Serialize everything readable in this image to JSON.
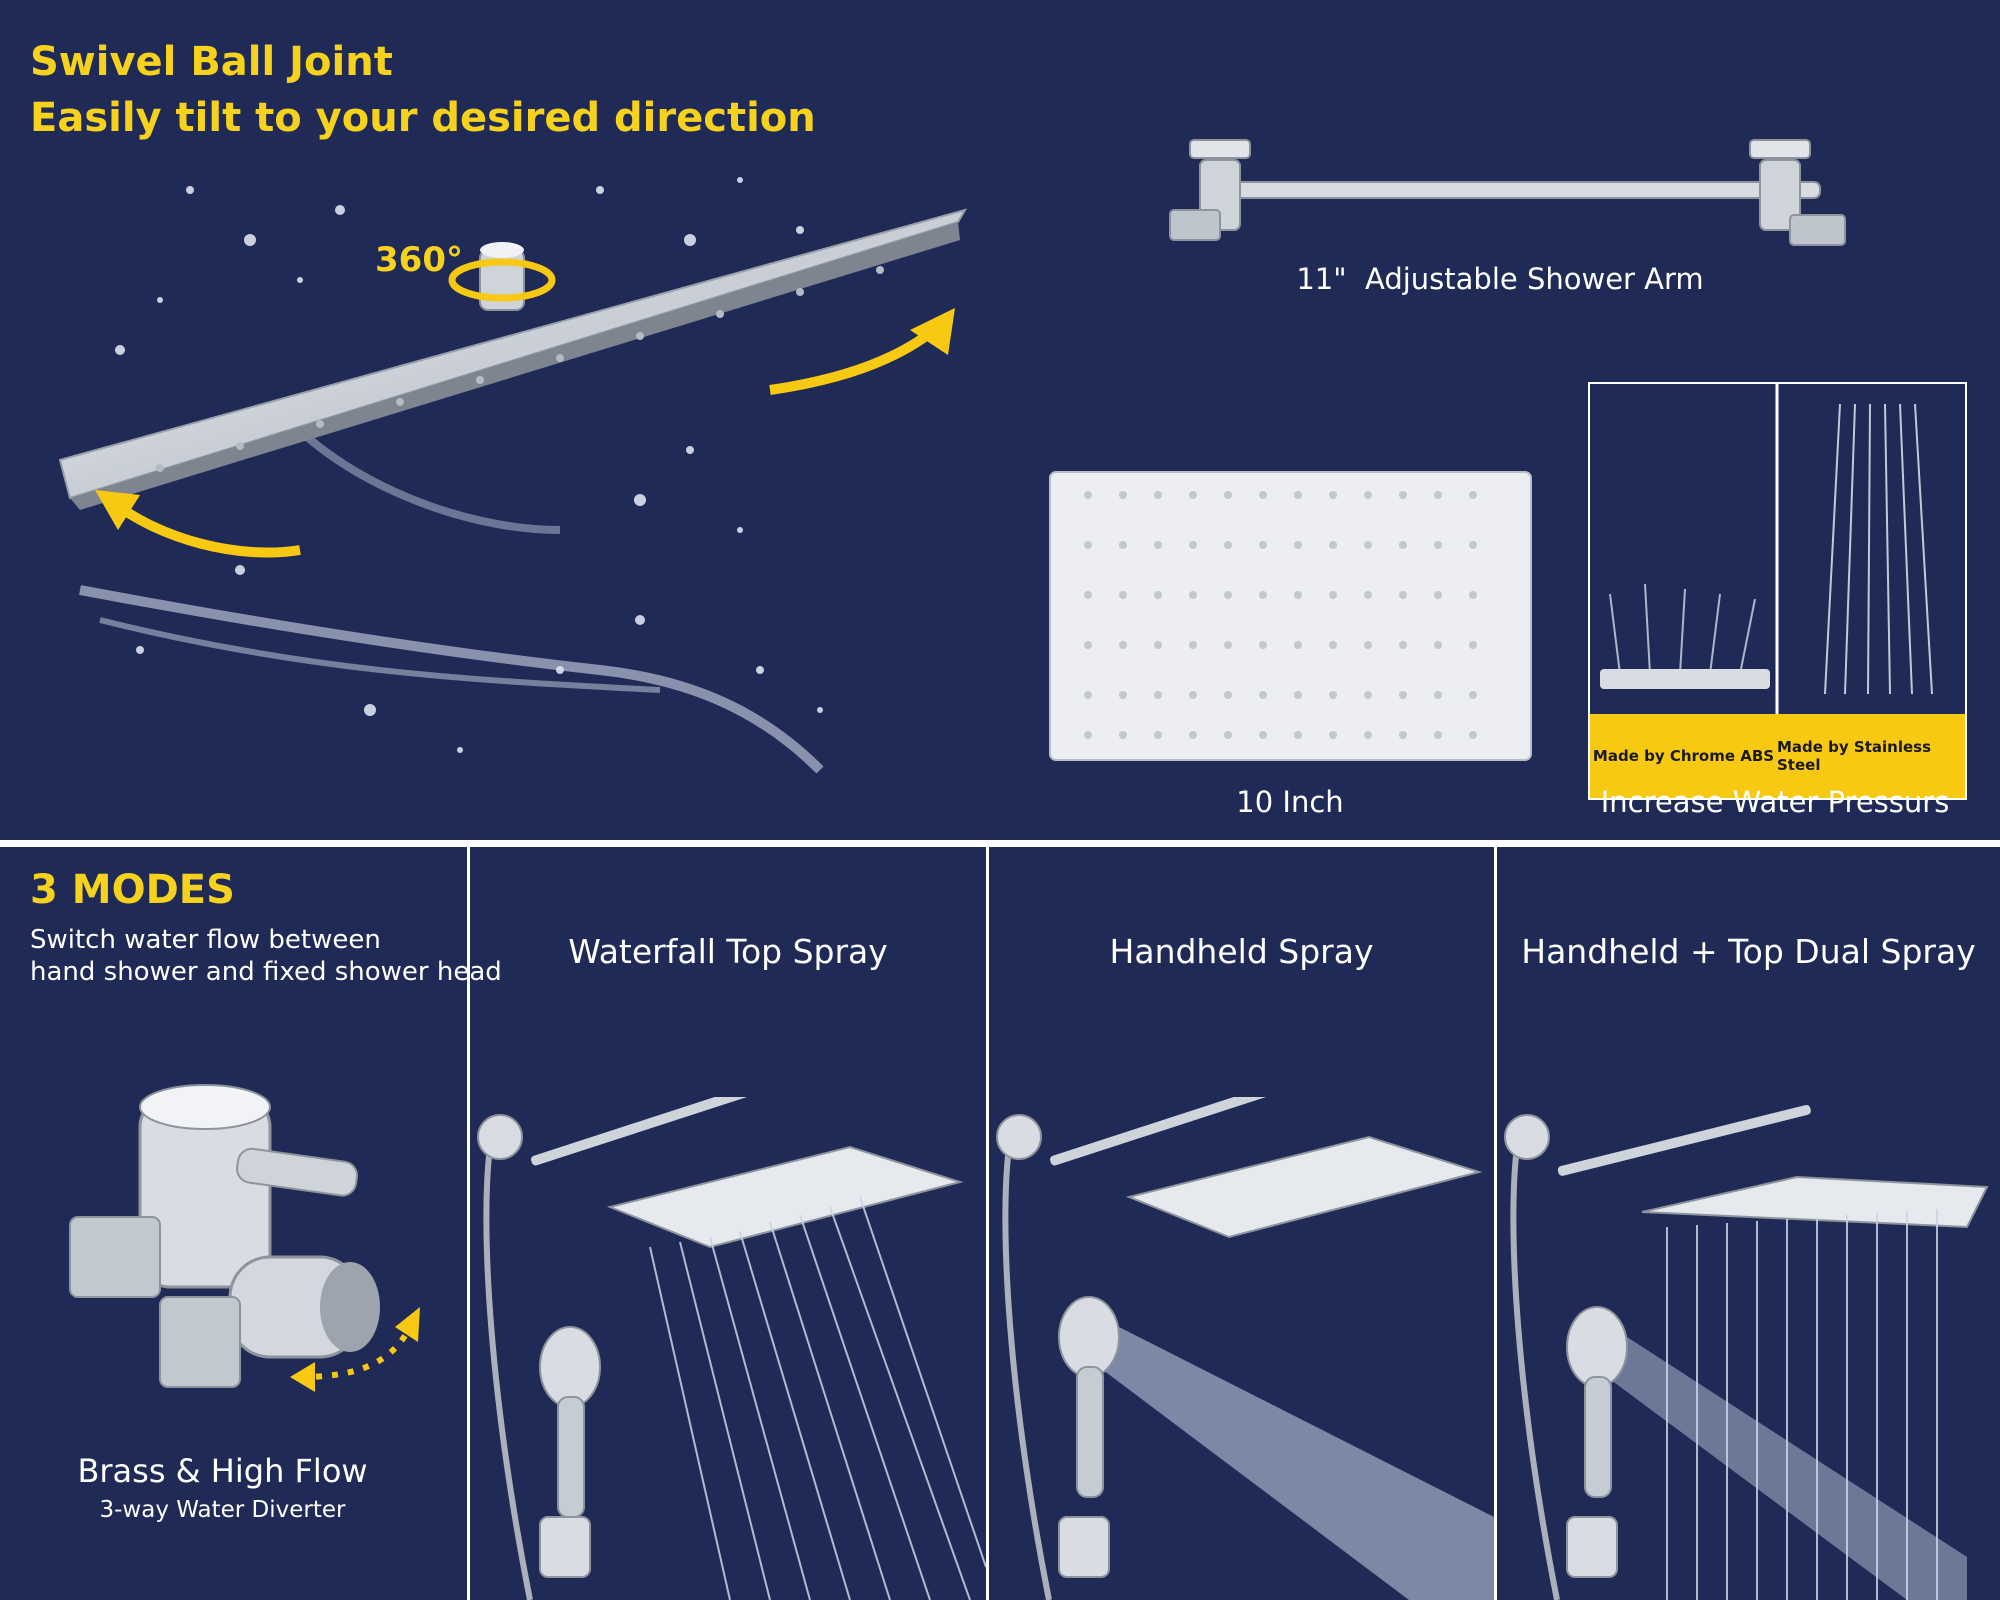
{
  "top": {
    "headline_line1": "Swivel Ball Joint",
    "headline_line2": "Easily tilt to your desired direction",
    "rotation_label": "360°",
    "arm_caption": "11\"  Adjustable Shower Arm",
    "size_caption": "10 Inch",
    "pressure_caption": "Increase Water Pressurs",
    "pressure_badge_left": "Made by Chrome ABS",
    "pressure_badge_right": "Made by Stainless Steel"
  },
  "modes": {
    "heading": "3 MODES",
    "description_line1": "Switch water flow between",
    "description_line2": "hand shower and fixed shower head",
    "diverter_title": "Brass & High Flow",
    "diverter_subtitle": "3-way Water Diverter",
    "items": [
      {
        "label": "Waterfall Top Spray"
      },
      {
        "label": "Handheld Spray"
      },
      {
        "label": "Handheld + Top Dual Spray"
      }
    ]
  },
  "colors": {
    "background": "#1f2a57",
    "accent_yellow": "#f7d21c",
    "divider": "#ffffff",
    "chrome": "#d9dde3"
  }
}
